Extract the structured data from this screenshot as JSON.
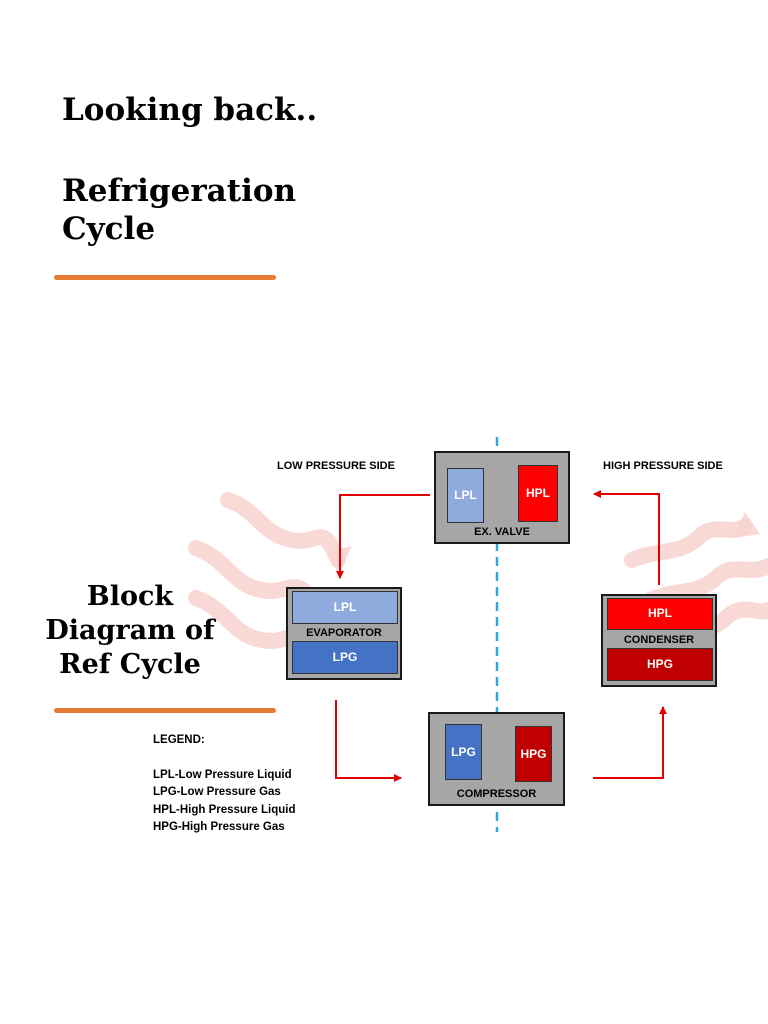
{
  "header": {
    "title": "Looking back..",
    "subtitle": "Refrigeration Cycle"
  },
  "diagram": {
    "title": "Block Diagram of Ref Cycle",
    "low_side_label": "LOW PRESSURE SIDE",
    "high_side_label": "HIGH PRESSURE SIDE",
    "units": {
      "ex_valve": {
        "name": "EX. VALVE",
        "left_cell": "LPL",
        "right_cell": "HPL"
      },
      "evaporator": {
        "name": "EVAPORATOR",
        "top_cell": "LPL",
        "bottom_cell": "LPG"
      },
      "condenser": {
        "name": "CONDENSER",
        "top_cell": "HPL",
        "bottom_cell": "HPG"
      },
      "compressor": {
        "name": "COMPRESSOR",
        "left_cell": "LPG",
        "right_cell": "HPG"
      }
    },
    "colors": {
      "lpl": "#8faadc",
      "lpg": "#4472c4",
      "hpl": "#ff0000",
      "hpg": "#c00000",
      "arrow": "#e00000",
      "divider": "#2aa9e0",
      "accent_rule": "#e87b33"
    }
  },
  "legend": {
    "heading": "LEGEND:",
    "items": [
      "LPL-Low Pressure Liquid",
      "LPG-Low Pressure Gas",
      "HPL-High Pressure Liquid",
      "HPG-High Pressure Gas"
    ]
  }
}
